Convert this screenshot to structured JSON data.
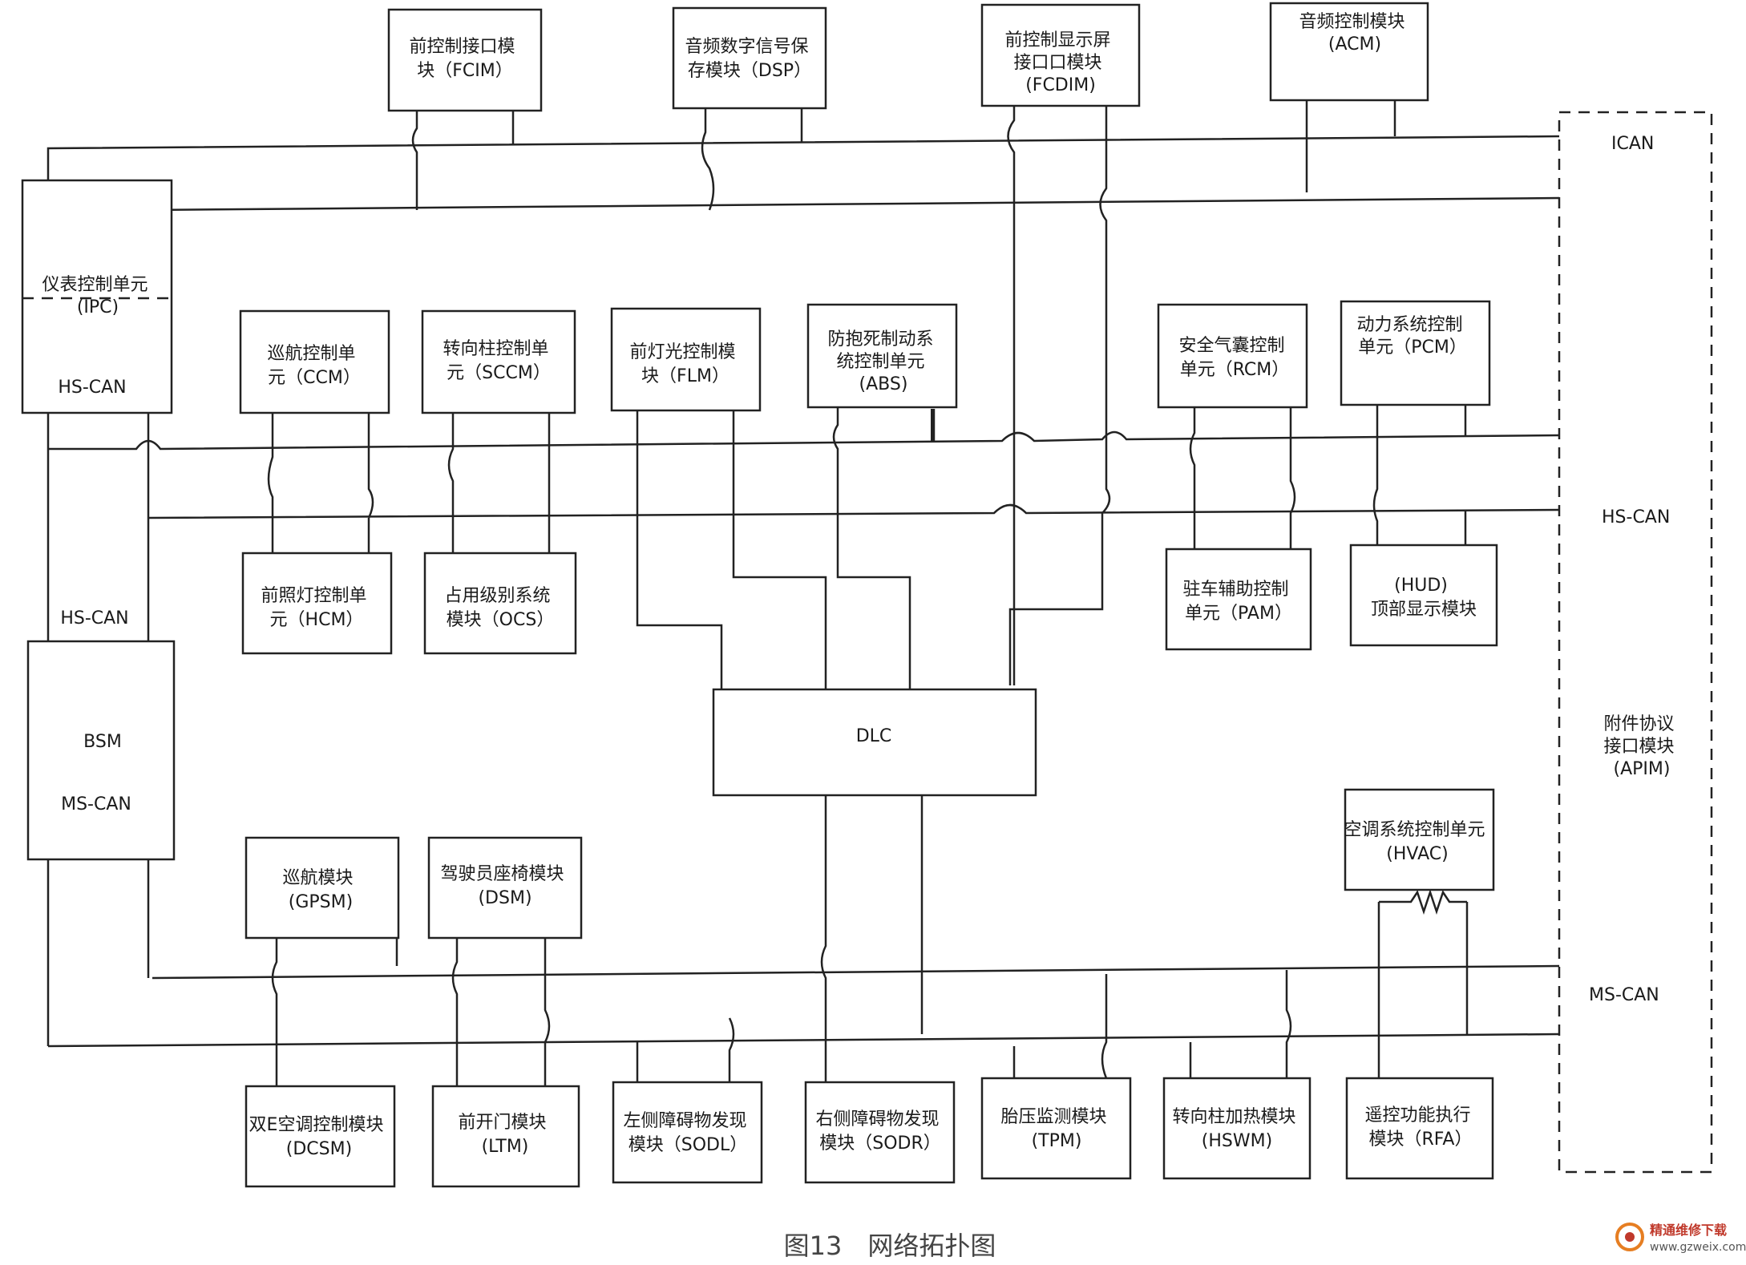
{
  "figure": {
    "caption": "图13　网络拓扑图"
  },
  "buses": {
    "ican": "ICAN",
    "hscan": "HS-CAN",
    "mscan": "MS-CAN"
  },
  "modules": {
    "fcim": {
      "lines": [
        "前控制接口模",
        "块（FCIM）"
      ]
    },
    "dsp": {
      "lines": [
        "音频数字信号保",
        "存模块（DSP）"
      ]
    },
    "fcdim": {
      "lines": [
        "前控制显示屏",
        "接口口模块",
        "(FCDIM)"
      ]
    },
    "acm": {
      "lines": [
        "音频控制模块",
        "(ACM)"
      ]
    },
    "ipc": {
      "lines": [
        "仪表控制单元",
        "(IPC)"
      ],
      "bus_label": "HS-CAN"
    },
    "ccm": {
      "lines": [
        "巡航控制单",
        "元（CCM）"
      ]
    },
    "sccm": {
      "lines": [
        "转向柱控制单",
        "元（SCCM）"
      ]
    },
    "flm": {
      "lines": [
        "前灯光控制模",
        "块（FLM）"
      ]
    },
    "abs": {
      "lines": [
        "防抱死制动系",
        "统控制单元",
        "(ABS)"
      ]
    },
    "rcm": {
      "lines": [
        "安全气囊控制",
        "单元（RCM）"
      ]
    },
    "pcm": {
      "lines": [
        "动力系统控制",
        "单元（PCM）"
      ]
    },
    "hcm": {
      "lines": [
        "前照灯控制单",
        "元（HCM）"
      ]
    },
    "ocs": {
      "lines": [
        "占用级别系统",
        "模块（OCS）"
      ]
    },
    "pam": {
      "lines": [
        "驻车辅助控制",
        "单元（PAM）"
      ]
    },
    "hud": {
      "lines": [
        "(HUD)",
        "顶部显示模块"
      ]
    },
    "bsm": {
      "top_label": "HS-CAN",
      "name": "BSM",
      "bottom_label": "MS-CAN"
    },
    "dlc": {
      "lines": [
        "DLC"
      ]
    },
    "apim": {
      "lines": [
        "附件协议",
        "接口模块",
        "(APIM)"
      ]
    },
    "gpsm": {
      "lines": [
        "巡航模块",
        "(GPSM)"
      ]
    },
    "dsm": {
      "lines": [
        "驾驶员座椅模块",
        "(DSM)"
      ]
    },
    "hvac": {
      "lines": [
        "空调系统控制单元",
        "(HVAC)"
      ]
    },
    "dcsm": {
      "lines": [
        "双E空调控制模块",
        "(DCSM)"
      ]
    },
    "ltm": {
      "lines": [
        "前开门模块",
        "(LTM)"
      ]
    },
    "sodl": {
      "lines": [
        "左侧障碍物发现",
        "模块（SODL）"
      ]
    },
    "sodr": {
      "lines": [
        "右侧障碍物发现",
        "模块（SODR）"
      ]
    },
    "tpm": {
      "lines": [
        "胎压监测模块",
        "(TPM)"
      ]
    },
    "hswm": {
      "lines": [
        "转向柱加热模块",
        "(HSWM)"
      ]
    },
    "rfa": {
      "lines": [
        "遥控功能执行",
        "模块（RFA）"
      ]
    }
  },
  "watermark": {
    "name": "精通维修下载",
    "url": "www.gzweix.com"
  }
}
